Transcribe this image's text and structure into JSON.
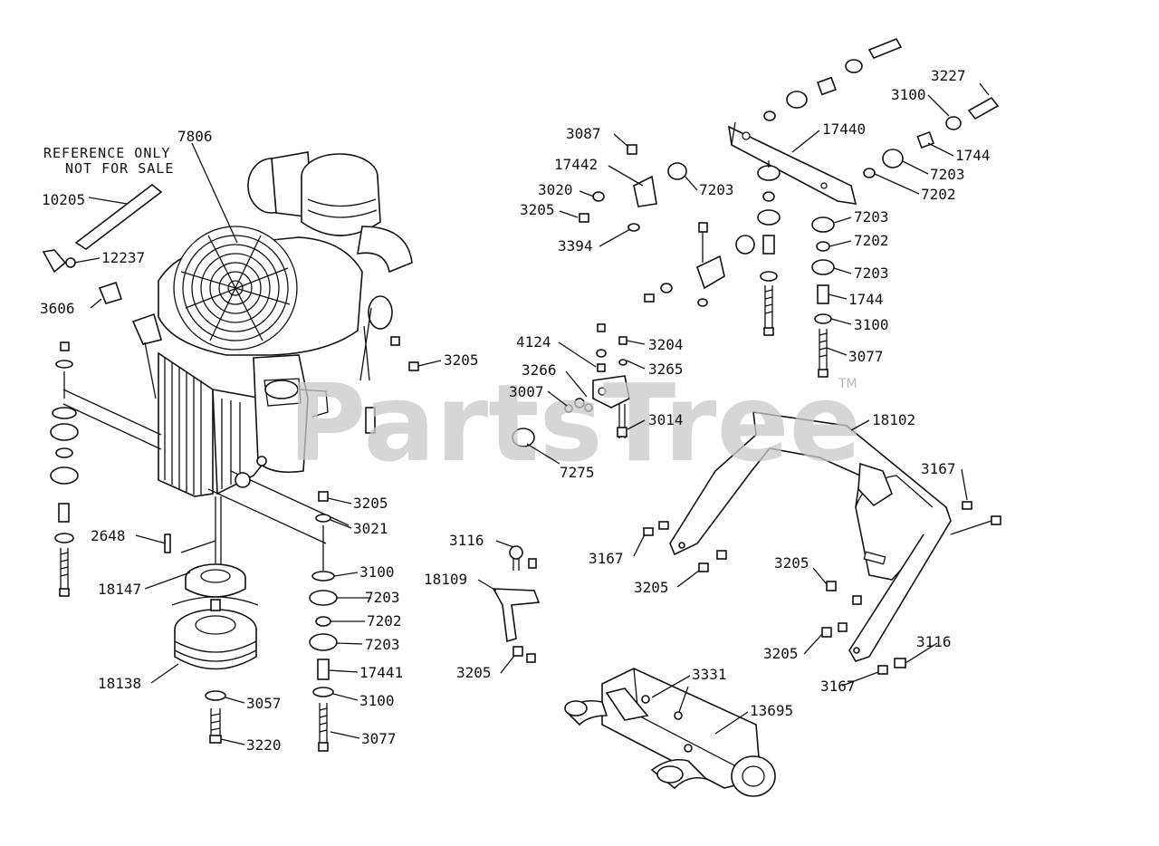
{
  "watermark": {
    "brand": "PartsTree",
    "trademark": "TM"
  },
  "note": {
    "line1": "REFERENCE ONLY",
    "line2": "NOT FOR SALE"
  },
  "labels": {
    "l7806": "7806",
    "l10205": "10205",
    "l12237": "12237",
    "l3606": "3606",
    "l3205_engine": "3205",
    "l2648": "2648",
    "l18147": "18147",
    "l18138": "18138",
    "l3057": "3057",
    "l3220": "3220",
    "l3205_mid": "3205",
    "l3021": "3021",
    "l3100_a": "3100",
    "l7203_a": "7203",
    "l7202_a": "7202",
    "l7203_b": "7203",
    "l17441": "17441",
    "l3100_b": "3100",
    "l3077_a": "3077",
    "l3087": "3087",
    "l17442": "17442",
    "l3020": "3020",
    "l3205_top": "3205",
    "l3394": "3394",
    "l7203_c": "7203",
    "l17440": "17440",
    "l3227": "3227",
    "l3100_c": "3100",
    "l1744_a": "1744",
    "l7203_d": "7203",
    "l7202_b": "7202",
    "l7203_e": "7203",
    "l7202_c": "7202",
    "l7203_f": "7203",
    "l1744_b": "1744",
    "l3100_d": "3100",
    "l3077_b": "3077",
    "l4124": "4124",
    "l3204": "3204",
    "l3266": "3266",
    "l3265": "3265",
    "l3007": "3007",
    "l3014": "3014",
    "l7275": "7275",
    "l3116_a": "3116",
    "l18109": "18109",
    "l3205_brk": "3205",
    "l18102": "18102",
    "l3167_a": "3167",
    "l3167_b": "3167",
    "l3205_d": "3205",
    "l3205_e": "3205",
    "l3205_f": "3205",
    "l3116_b": "3116",
    "l3167_c": "3167",
    "l3331": "3331",
    "l13695": "13695"
  }
}
